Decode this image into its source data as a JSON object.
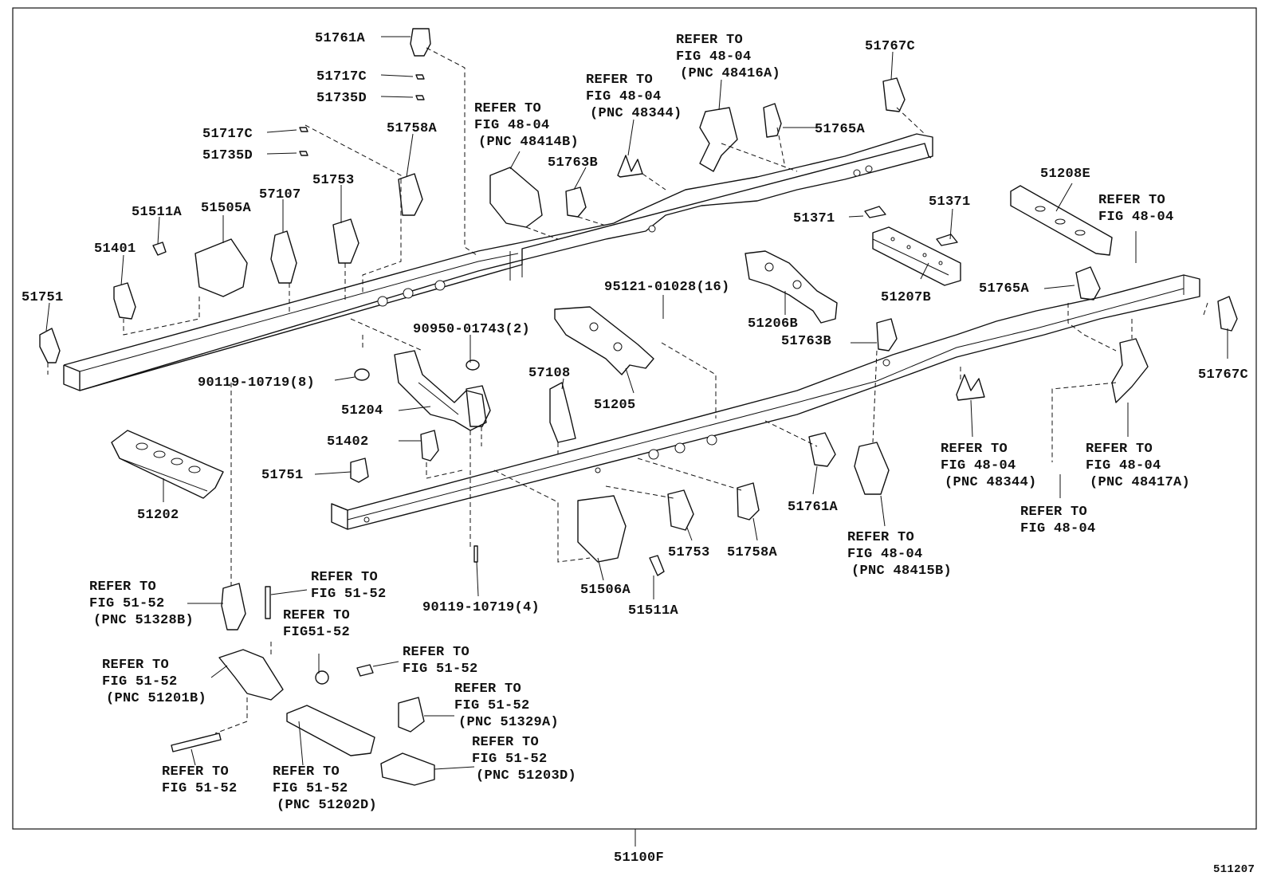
{
  "diagram": {
    "assembly_number": "51100F",
    "figure_number": "511207",
    "labels": [
      {
        "id": "l1",
        "lines": [
          "51761A"
        ]
      },
      {
        "id": "l2",
        "lines": [
          "51717C"
        ]
      },
      {
        "id": "l3",
        "lines": [
          "51735D"
        ]
      },
      {
        "id": "l4",
        "lines": [
          "51717C"
        ]
      },
      {
        "id": "l5",
        "lines": [
          "51735D"
        ]
      },
      {
        "id": "l6",
        "lines": [
          "51758A"
        ]
      },
      {
        "id": "l7",
        "lines": [
          "51753"
        ]
      },
      {
        "id": "l8",
        "lines": [
          "57107"
        ]
      },
      {
        "id": "l9",
        "lines": [
          "51511A"
        ]
      },
      {
        "id": "l10",
        "lines": [
          "51505A"
        ]
      },
      {
        "id": "l11",
        "lines": [
          "51401"
        ]
      },
      {
        "id": "l12",
        "lines": [
          "51751"
        ]
      },
      {
        "id": "l13",
        "lines": [
          "REFER TO",
          "FIG 48-04",
          "(PNC 48414B)"
        ]
      },
      {
        "id": "l14",
        "lines": [
          "REFER TO",
          "FIG 48-04",
          "(PNC 48344)"
        ]
      },
      {
        "id": "l15",
        "lines": [
          "REFER TO",
          "FIG 48-04",
          "(PNC 48416A)"
        ]
      },
      {
        "id": "l16",
        "lines": [
          "51767C"
        ]
      },
      {
        "id": "l17",
        "lines": [
          "51765A"
        ]
      },
      {
        "id": "l18",
        "lines": [
          "51763B"
        ]
      },
      {
        "id": "l19",
        "lines": [
          "51208E"
        ]
      },
      {
        "id": "l20",
        "lines": [
          "REFER TO",
          "FIG 48-04"
        ]
      },
      {
        "id": "l21",
        "lines": [
          "51371"
        ]
      },
      {
        "id": "l22",
        "lines": [
          "51371"
        ]
      },
      {
        "id": "l23",
        "lines": [
          "51207B"
        ]
      },
      {
        "id": "l24",
        "lines": [
          "51765A"
        ]
      },
      {
        "id": "l25",
        "lines": [
          "51206B"
        ]
      },
      {
        "id": "l26",
        "lines": [
          "51763B"
        ]
      },
      {
        "id": "l27",
        "lines": [
          "95121-01028(16)"
        ]
      },
      {
        "id": "l28",
        "lines": [
          "90950-01743(2)"
        ]
      },
      {
        "id": "l29",
        "lines": [
          "90119-10719(8)"
        ]
      },
      {
        "id": "l30",
        "lines": [
          "51204"
        ]
      },
      {
        "id": "l31",
        "lines": [
          "51205"
        ]
      },
      {
        "id": "l32",
        "lines": [
          "57108"
        ]
      },
      {
        "id": "l33",
        "lines": [
          "51402"
        ]
      },
      {
        "id": "l34",
        "lines": [
          "51751"
        ]
      },
      {
        "id": "l35",
        "lines": [
          "51202"
        ]
      },
      {
        "id": "l36",
        "lines": [
          "51767C"
        ]
      },
      {
        "id": "l37",
        "lines": [
          "51761A"
        ]
      },
      {
        "id": "l38",
        "lines": [
          "REFER TO",
          "FIG 48-04",
          "(PNC 48344)"
        ]
      },
      {
        "id": "l39",
        "lines": [
          "REFER TO",
          "FIG 48-04",
          "(PNC 48417A)"
        ]
      },
      {
        "id": "l40",
        "lines": [
          "REFER TO",
          "FIG 48-04"
        ]
      },
      {
        "id": "l41",
        "lines": [
          "REFER TO",
          "FIG 48-04",
          "(PNC 48415B)"
        ]
      },
      {
        "id": "l42",
        "lines": [
          "51753"
        ]
      },
      {
        "id": "l43",
        "lines": [
          "51758A"
        ]
      },
      {
        "id": "l44",
        "lines": [
          "51506A"
        ]
      },
      {
        "id": "l45",
        "lines": [
          "51511A"
        ]
      },
      {
        "id": "l46",
        "lines": [
          "90119-10719(4)"
        ]
      },
      {
        "id": "l47",
        "lines": [
          "REFER TO",
          "FIG 51-52",
          "(PNC 51328B)"
        ]
      },
      {
        "id": "l48",
        "lines": [
          "REFER TO",
          "FIG 51-52"
        ]
      },
      {
        "id": "l49",
        "lines": [
          "REFER TO",
          "FIG51-52"
        ]
      },
      {
        "id": "l50",
        "lines": [
          "REFER TO",
          "FIG 51-52"
        ]
      },
      {
        "id": "l51",
        "lines": [
          "REFER TO",
          "FIG 51-52",
          "(PNC 51201B)"
        ]
      },
      {
        "id": "l52",
        "lines": [
          "REFER TO",
          "FIG 51-52",
          "(PNC 51329A)"
        ]
      },
      {
        "id": "l53",
        "lines": [
          "REFER TO",
          "FIG 51-52",
          "(PNC 51203D)"
        ]
      },
      {
        "id": "l54",
        "lines": [
          "REFER TO",
          "FIG 51-52"
        ]
      },
      {
        "id": "l55",
        "lines": [
          "REFER TO",
          "FIG 51-52",
          "(PNC 51202D)"
        ]
      }
    ]
  }
}
